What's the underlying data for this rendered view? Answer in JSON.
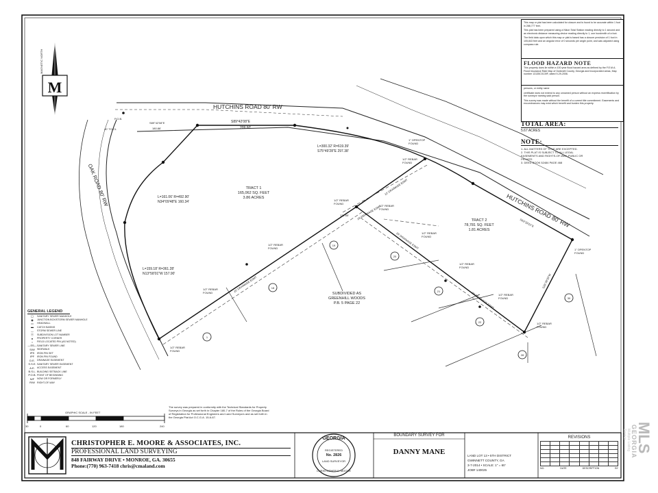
{
  "roads": {
    "hutchins_top": "HUTCHINS ROAD 80' RW",
    "hutchins_right": "HUTCHINS ROAD 80' RW",
    "oak": "OAK ROAD 80' RW"
  },
  "north_arrow": {
    "label": "MAGNETIC NORTH"
  },
  "pob": {
    "label": "P.O.B.",
    "dist": "40' TO CL"
  },
  "courses": {
    "top_bearing": "S89°42'08\"E",
    "top_dist": "209.60'",
    "top_small_bearing": "S89°42'08\"E",
    "top_small_dist": "180.86'",
    "curve1_line1": "L=161.06' R=492.90'",
    "curve1_line2": "N34°09'48\"E 160.34'",
    "curve2_line1": "L=159.18' R=361.28'",
    "curve2_line2": "N13°58'01\"W 157.90'",
    "curve3_line1": "L=300.32' R=619.39'",
    "curve3_line2": "S75°49'28\"E 297.38'",
    "right_frontage": "S63°29'21\"E",
    "east_line": "S26°30'39\"W",
    "mid_dist": "172.65'"
  },
  "tract1": {
    "name": "TRACT 1",
    "area_sf": "165,062 SQ. FEET",
    "area_ac": "3.86 ACRES"
  },
  "tract2": {
    "name": "TRACT 2",
    "area_sf": "78,781 SQ. FEET",
    "area_ac": "1.81 ACRES"
  },
  "subdivided": {
    "line1": "SUBDIVIDED AS",
    "line2": "GREENHILL WOODS",
    "line3": "P.B. 5 PAGE 22"
  },
  "easements": [
    "20' DRAINAGE ESMT",
    "10' DRAINAGE ESMT",
    "20' DRAINAGE ESMT",
    "10' DRAINAGE ESMT",
    "20' DRAINAGE ESMT"
  ],
  "monuments": {
    "rebar": "1/2\" REBAR",
    "found": "FOUND",
    "opentop": "1\" OPENTOP",
    "opentop_found": "FOUND"
  },
  "lots": [
    "1",
    "18",
    "19",
    "20",
    "21",
    "22",
    "28",
    "30"
  ],
  "notes_box": {
    "text1": "This map or plat has been calculated for closure and is found to be accurate within 1 foot in 288,777 feet.",
    "text2": "This plat has been prepared using a Nikon Total Station reading directly to 1 second and an electronic distance measuring device reading directly to 1, one hundredth of a foot.",
    "text3": "The field data upon which this map or plat is based has a closure precision of 1 foot in 105,843 feet and an angular error of 0 seconds per angle point, and was adjusted using compass rule."
  },
  "flood": {
    "title": "FLOOD HAZARD NOTE",
    "text": "This property does lie within a 100 year flood hazard area as defined by the F.E.M.A. Flood Insurance Rate Map of Gwinnett County, Georgia and Incorporated areas, Map number 13135C0139F, dated 9-29-2006."
  },
  "disclaimer": {
    "text1": "persons, or entity name",
    "text2": "certificate does not extend to any unnamed person without an express recertification by the surveyor naming said person.",
    "text3": "This survey was made without the benefit of a current title commitment. Easements and encumbrances may exist which benefit and burden this property."
  },
  "total_area": {
    "label": "TOTAL AREA:",
    "value": "5.67 ACRES"
  },
  "note": {
    "title": "NOTE:",
    "items": [
      "1. ALL MATTERS OF TITLE ARE EXCEPTED.",
      "2. THIS PLAT IS SUBJECT TO ALL LEGAL",
      "EASEMENTS AND RIGHTS-OF-WAY, PUBLIC OR",
      "PRIVATE.",
      "3. DEED BOOK 52484 PAGE 468"
    ]
  },
  "legend": {
    "title": "GENERAL LEGEND",
    "items": [
      {
        "sym": "◯",
        "text": "SANITARY SEWER MANHOLE"
      },
      {
        "sym": "◉",
        "text": "JUNCTION BOX/STORM SEWER MANHOLE"
      },
      {
        "sym": "▭",
        "text": "HEADWALL"
      },
      {
        "sym": "▬",
        "text": "CATCH BASINS"
      },
      {
        "sym": "—",
        "text": "STORM SEWER LINE"
      },
      {
        "sym": "ⓞ",
        "text": "SUBDIVISION LOT NUMBER"
      },
      {
        "sym": "●",
        "text": "PROPERTY CORNER"
      },
      {
        "sym": "○",
        "text": "FIELD LOCATED PIN (AS NOTED)"
      },
      {
        "sym": "—SS—",
        "text": "SANITARY SEWER LINE"
      },
      {
        "sym": "S/W",
        "text": "SIDEWALK"
      },
      {
        "sym": "IPS",
        "text": "IRON PIN SET"
      },
      {
        "sym": "IPF",
        "text": "IRON PIN FOUND"
      },
      {
        "sym": "D.E.",
        "text": "DRAINAGE EASEMENT"
      },
      {
        "sym": "S.S.E.",
        "text": "SANITARY SEWER EASEMENT"
      },
      {
        "sym": "A.E.",
        "text": "ACCESS EASEMENT"
      },
      {
        "sym": "B.S.L.",
        "text": "BUILDING SETBACK LINE"
      },
      {
        "sym": "P.O.B.",
        "text": "POINT OF BEGINNING"
      },
      {
        "sym": "N/F",
        "text": "NOW OR FORMERLY"
      },
      {
        "sym": "R/W",
        "text": "RIGHT-OF-WAY"
      }
    ]
  },
  "scale": {
    "title": "GRAPHIC SCALE - IN FEET",
    "ticks": [
      "30",
      "0",
      "60",
      "120",
      "180",
      "240"
    ]
  },
  "statement": {
    "text": "The survey was prepared in conformity with the Technical Standards for Property Surveys in Georgia as set forth in Chapter 180-7 of the Rules of the Georgia Board of Registration for Professional Engineers and Land Surveyors and as set forth in the Georgia Plat Act O.C.G.A. 15-6-67."
  },
  "company": {
    "logo": "M",
    "name": "CHRISTOPHER E. MOORE & ASSOCIATES, INC.",
    "sub": "PROFESSIONAL LAND SURVEYING",
    "address": "848 FAIRWAY DRIVE • MONROE, GA. 30655",
    "phone": "Phone:(770) 963-7418 chris@cmaland.com"
  },
  "title_block": {
    "heading": "BOUNDARY SURVEY FOR",
    "client": "DANNY MANE"
  },
  "seal": {
    "top": "GEORGIA",
    "mid": "REGISTERED",
    "no": "No. 2826",
    "bottom": "LAND SURVEYOR",
    "name": "CHRISTOPHER E. MOORE"
  },
  "info": {
    "line1": "LAND LOT 13 • 5TH DISTRICT",
    "line2": "GWINNETT COUNTY, GA",
    "line3": "3-7-2014 • SCALE: 1\" = 60'",
    "line4": "JOB# 140025"
  },
  "revisions": {
    "title": "REVISIONS",
    "cols": [
      "NO.",
      "DATE",
      "DESCRIPTION",
      "BY"
    ]
  },
  "watermark": {
    "text1": "GEORGIA",
    "text2": "MLS",
    "text3": "Multiple Listing Service"
  },
  "colors": {
    "line": "#111111",
    "paper": "#ffffff",
    "watermark": "#b9b9b9"
  }
}
